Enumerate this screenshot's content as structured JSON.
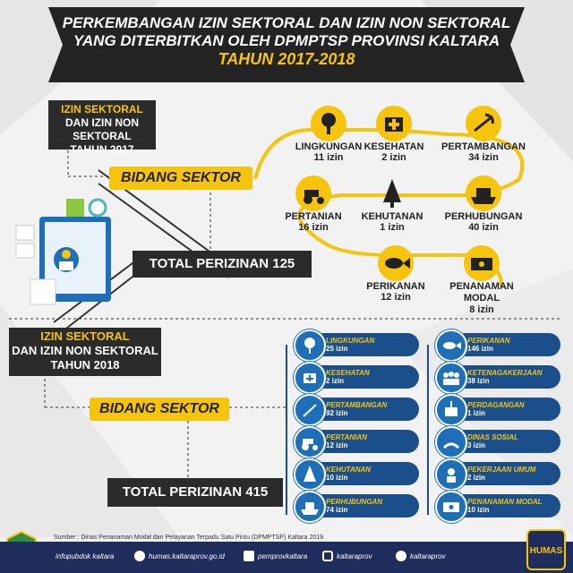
{
  "header": {
    "line1": "PERKEMBANGAN IZIN SEKTORAL DAN IZIN NON SEKTORAL",
    "line2": "YANG DITERBITKAN OLEH DPMPTSP PROVINSI KALTARA",
    "line3": "TAHUN 2017-2018"
  },
  "y2017": {
    "title_l1": "IZIN SEKTORAL",
    "title_l2": "DAN IZIN NON SEKTORAL",
    "title_l3": "TAHUN 2017",
    "bidang": "BIDANG SEKTOR",
    "total": "TOTAL PERIZINAN 125",
    "sectors": [
      {
        "name": "LINGKUNGAN",
        "count": "11 izin",
        "icon": "tree-icon"
      },
      {
        "name": "KESEHATAN",
        "count": "2 izin",
        "icon": "medical-kit-icon"
      },
      {
        "name": "PERTAMBANGAN",
        "count": "34 izin",
        "icon": "mining-icon"
      },
      {
        "name": "PERTANIAN",
        "count": "16 izin",
        "icon": "tractor-icon"
      },
      {
        "name": "KEHUTANAN",
        "count": "1 izin",
        "icon": "pine-tree-icon"
      },
      {
        "name": "PERHUBUNGAN",
        "count": "40 izin",
        "icon": "ship-icon"
      },
      {
        "name": "PERIKANAN",
        "count": "12 izin",
        "icon": "fish-icon"
      },
      {
        "name": "PENANAMAN MODAL",
        "count": "8 izin",
        "icon": "money-icon"
      }
    ]
  },
  "y2018": {
    "title_l1": "IZIN SEKTORAL",
    "title_l2": "DAN IZIN NON SEKTORAL",
    "title_l3": "TAHUN 2018",
    "bidang": "BIDANG SEKTOR",
    "total": "TOTAL PERIZINAN 415",
    "left": [
      {
        "name": "LINGKUNGAN",
        "count": "25 izin",
        "icon": "tree-icon"
      },
      {
        "name": "KESEHATAN",
        "count": "2 izin",
        "icon": "medical-kit-icon"
      },
      {
        "name": "PERTAMBANGAN",
        "count": "92 izin",
        "icon": "mining-icon"
      },
      {
        "name": "PERTANIAN",
        "count": "12 izin",
        "icon": "tractor-icon"
      },
      {
        "name": "KEHUTANAN",
        "count": "10 izin",
        "icon": "pine-tree-icon"
      },
      {
        "name": "PERHUBUNGAN",
        "count": "74 izin",
        "icon": "ship-icon"
      }
    ],
    "right": [
      {
        "name": "PERIKANAN",
        "count": "146 izin",
        "icon": "fish-icon"
      },
      {
        "name": "KETENAGAKERJAAN",
        "count": "38 izin",
        "icon": "workers-icon"
      },
      {
        "name": "PERDAGANGAN",
        "count": "1 izin",
        "icon": "trade-icon"
      },
      {
        "name": "DINAS SOSIAL",
        "count": "3 izin",
        "icon": "social-icon"
      },
      {
        "name": "PEKERJAAN UMUM",
        "count": "2 izin",
        "icon": "construction-icon"
      },
      {
        "name": "PENANAMAN MODAL",
        "count": "10 izin",
        "icon": "money-icon"
      }
    ]
  },
  "source": "Sumber : Dinas Penanaman Modal dan Pelayanan Terpadu Satu Pintu (DPMPTSP) Kaltara 2019",
  "footer": {
    "link1": "infopubdok kaltara",
    "link2": "humas.kaltaraprov.go.id",
    "link3": "pemprovkaltara",
    "link4": "kaltaraprov",
    "link5": "kaltaraprov",
    "logo_right": "HUMAS"
  },
  "colors": {
    "yellow": "#f6c40d",
    "dark": "#232323",
    "blue": "#1a4f8c",
    "footer": "#1e2d5c"
  }
}
